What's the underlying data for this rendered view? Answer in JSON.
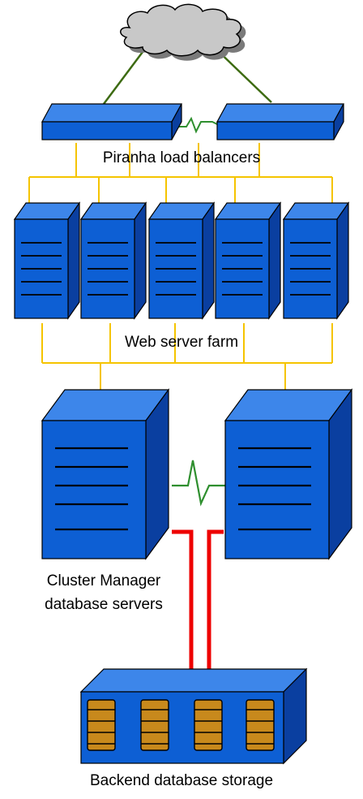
{
  "labels": {
    "load_balancers": "Piranha load balancers",
    "web_farm": "Web server farm",
    "cluster_manager_line1": "Cluster Manager",
    "cluster_manager_line2": "database servers",
    "storage": "Backend database storage"
  },
  "colors": {
    "device_front": "#0d5fd4",
    "device_side": "#0a3fa0",
    "device_top": "#3d86ea",
    "outline": "#000000",
    "cloud_fill": "#c8c8c8",
    "cloud_shadow": "#7a7a7a",
    "network_link": "#3d6b12",
    "web_link": "#f5c400",
    "heartbeat": "#2f8f2f",
    "storage_link": "#ee0000",
    "disk_fill": "#c8891c"
  },
  "icons": {
    "cloud": "internet-cloud-icon",
    "load_balancer": "load-balancer-icon",
    "web_server": "web-server-icon",
    "db_server": "database-server-icon",
    "storage": "storage-array-icon"
  }
}
